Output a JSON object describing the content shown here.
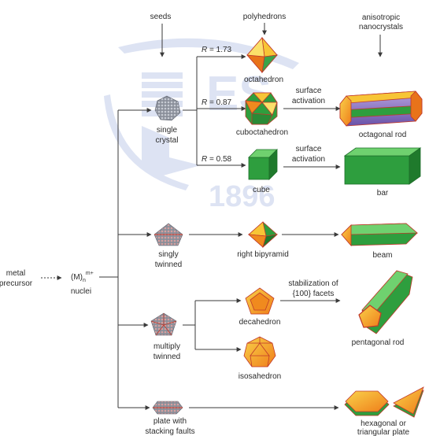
{
  "headers": {
    "seeds": "seeds",
    "polyhedrons": "polyhedrons",
    "anisotropic_1": "anisotropic",
    "anisotropic_2": "nanocrystals"
  },
  "precursor": {
    "metal_line1": "metal",
    "metal_line2": "precursor",
    "nuclei_prefix": "(M)",
    "nuclei_sub": "n",
    "nuclei_sup": "m+",
    "nuclei_label": "nuclei"
  },
  "ratios": [
    {
      "label": "R",
      "value": "= 1.73"
    },
    {
      "label": "R",
      "value": "= 0.87"
    },
    {
      "label": "R",
      "value": "= 0.58"
    }
  ],
  "seeds": [
    {
      "line1": "single",
      "line2": "crystal"
    },
    {
      "line1": "singly",
      "line2": "twinned"
    },
    {
      "line1": "multiply",
      "line2": "twinned"
    },
    {
      "line1": "plate with",
      "line2": "stacking faults"
    }
  ],
  "polyhedrons": {
    "octahedron": "octahedron",
    "cuboctahedron": "cuboctahedron",
    "cube": "cube",
    "right_bipyramid": "right bipyramid",
    "decahedron": "decahedron",
    "isosahedron": "isosahedron"
  },
  "conditions": {
    "surface_1a": "surface",
    "surface_1b": "activation",
    "surface_2a": "surface",
    "surface_2b": "activation",
    "stabilization_a": "stabilization of",
    "stabilization_b": "{100} facets"
  },
  "products": {
    "octagonal_rod": "octagonal rod",
    "bar": "bar",
    "beam": "beam",
    "pentagonal_rod": "pentagonal rod",
    "plate_a": "hexagonal or",
    "plate_b": "triangular plate"
  },
  "watermark": {
    "letters": "ES",
    "year": "1896"
  },
  "colors": {
    "line": "#3a3a3a",
    "green": "#2e9e3e",
    "green_dark": "#1f6e2b",
    "orange": "#f08a1e",
    "yellow": "#f5d73a",
    "red_edge": "#c0392b",
    "purple": "#8a6fc0",
    "watermark": "#b8c4e6"
  }
}
